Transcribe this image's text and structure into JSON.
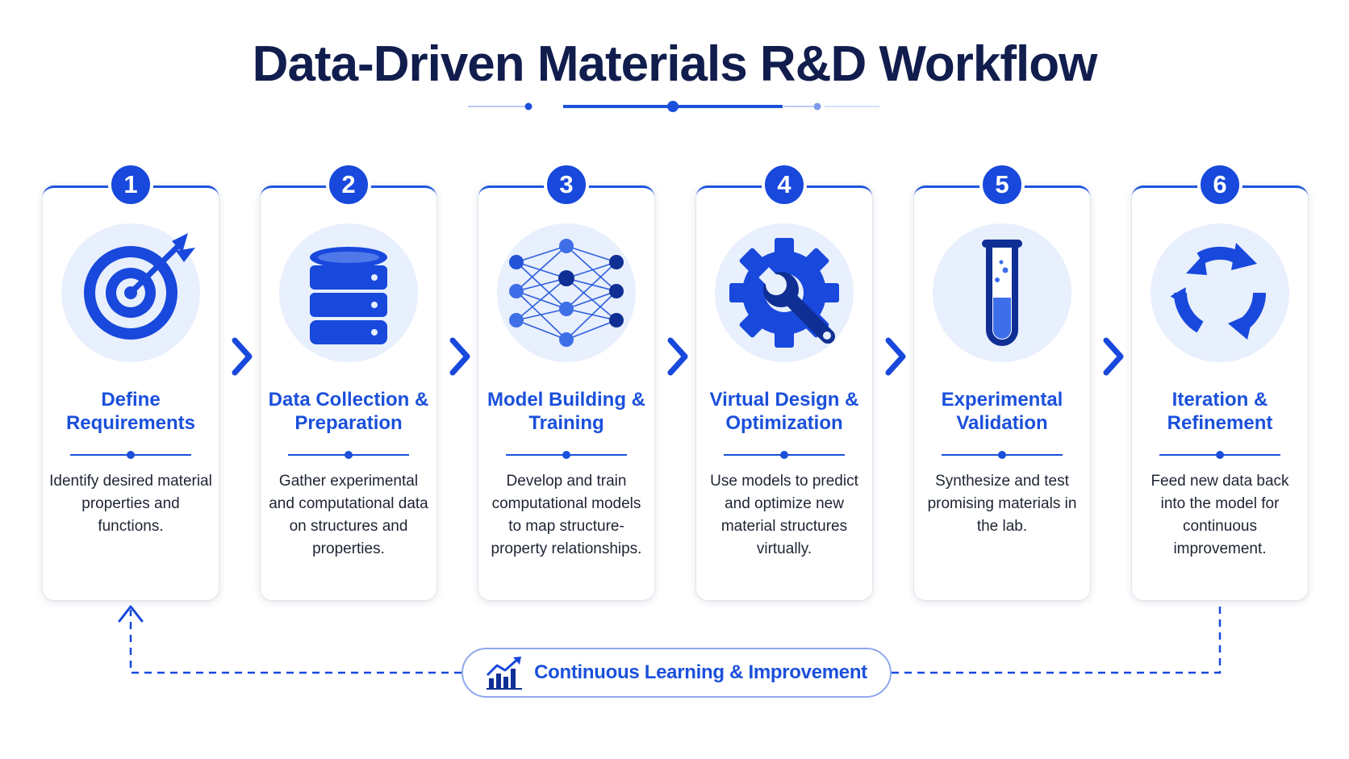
{
  "title": "Data-Driven Materials R&D Workflow",
  "colors": {
    "accent": "#1848dc",
    "accent_light": "#e8effd",
    "title": "#111d4d",
    "text": "#1e2433"
  },
  "steps": [
    {
      "number": "1",
      "title": "Define Requirements",
      "icon": "target-icon",
      "description": "Identify desired material properties and functions."
    },
    {
      "number": "2",
      "title": "Data Collection & Preparation",
      "icon": "database-icon",
      "description": "Gather experimental and computational data on structures and properties."
    },
    {
      "number": "3",
      "title": "Model Building & Training",
      "icon": "neural-network-icon",
      "description": "Develop and train computational models to map structure-property relationships."
    },
    {
      "number": "4",
      "title": "Virtual Design & Optimization",
      "icon": "gear-wrench-icon",
      "description": "Use models to predict and optimize new material structures virtually."
    },
    {
      "number": "5",
      "title": "Experimental Validation",
      "icon": "test-tube-icon",
      "description": "Synthesize and test promising materials in the lab."
    },
    {
      "number": "6",
      "title": "Iteration & Refinement",
      "icon": "cycle-arrows-icon",
      "description": "Feed new data back into the model for continuous improvement."
    }
  ],
  "feedback_loop": {
    "label": "Continuous Learning & Improvement",
    "icon": "growth-chart-icon"
  }
}
